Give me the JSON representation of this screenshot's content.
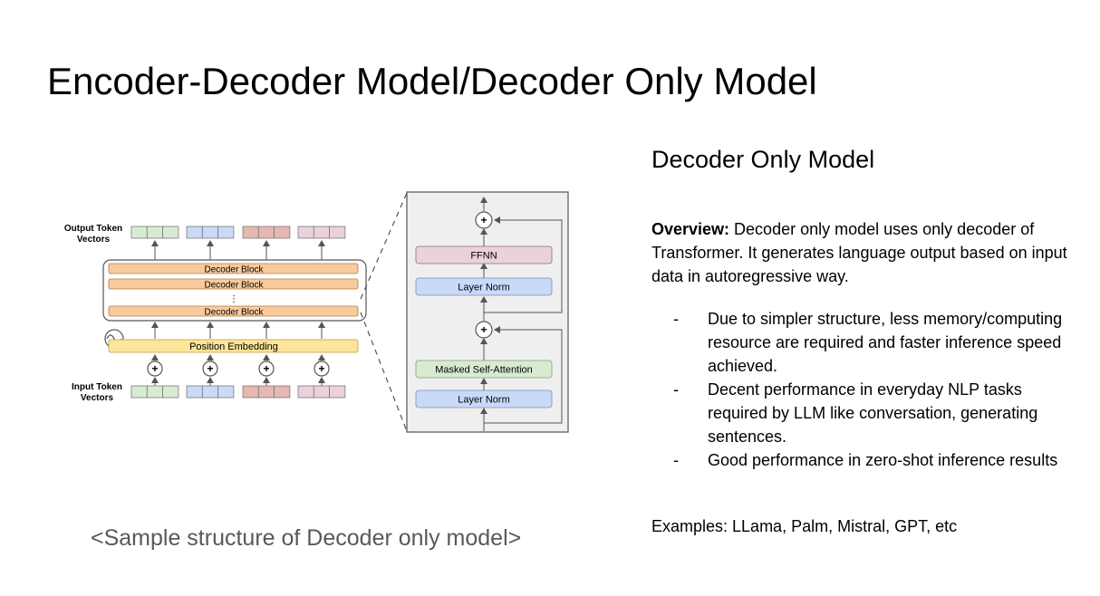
{
  "slide": {
    "title": "Encoder-Decoder Model/Decoder Only Model",
    "caption": "<Sample structure of Decoder only model>"
  },
  "diagram": {
    "output_label_1": "Output Token",
    "output_label_2": "Vectors",
    "input_label_1": "Input Token",
    "input_label_2": "Vectors",
    "decoder_block_label": "Decoder Block",
    "position_embedding_label": "Position Embedding",
    "ellipsis": "⋮",
    "detail": {
      "ffnn_label": "FFNN",
      "layer_norm_label": "Layer Norm",
      "masked_attention_label": "Masked Self-Attention"
    },
    "token_colors": [
      "#d9ead3",
      "#c9daf8",
      "#e6b8af",
      "#ead1dc"
    ],
    "block_color": "#f9cb9c",
    "embedding_color": "#ffe599"
  },
  "right_panel": {
    "heading": "Decoder Only Model",
    "overview_label": "Overview:",
    "overview_text": " Decoder only model uses only decoder of Transformer. It generates language output based on input data in autoregressive way.",
    "bullets": [
      "Due to simpler structure, less memory/computing resource are required and faster inference speed achieved.",
      "Decent performance in everyday NLP tasks required by LLM like conversation, generating sentences.",
      "Good performance in zero-shot inference results"
    ],
    "bullet_marker": "-",
    "examples": "Examples: LLama, Palm, Mistral, GPT, etc"
  }
}
